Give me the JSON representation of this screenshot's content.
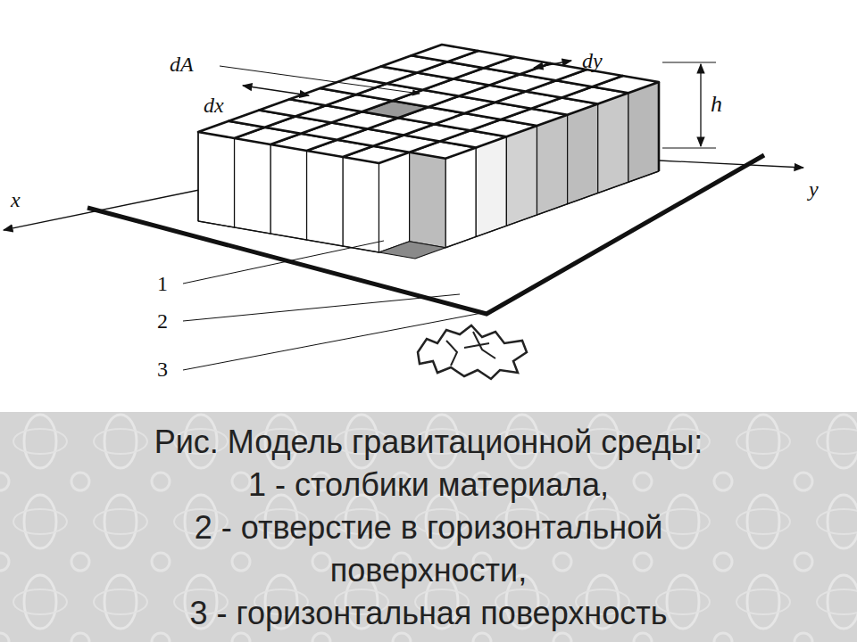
{
  "diagram": {
    "caption": "Рис. Модель гравитационной среды:",
    "labels": [
      "dA",
      "dx",
      "dy",
      "h",
      "x",
      "y",
      "1",
      "2",
      "3",
      "1 - столбики материала,",
      "2 - отверстие в горизонтальной поверхности,",
      "3 - горизонтальная поверхность"
    ]
  }
}
